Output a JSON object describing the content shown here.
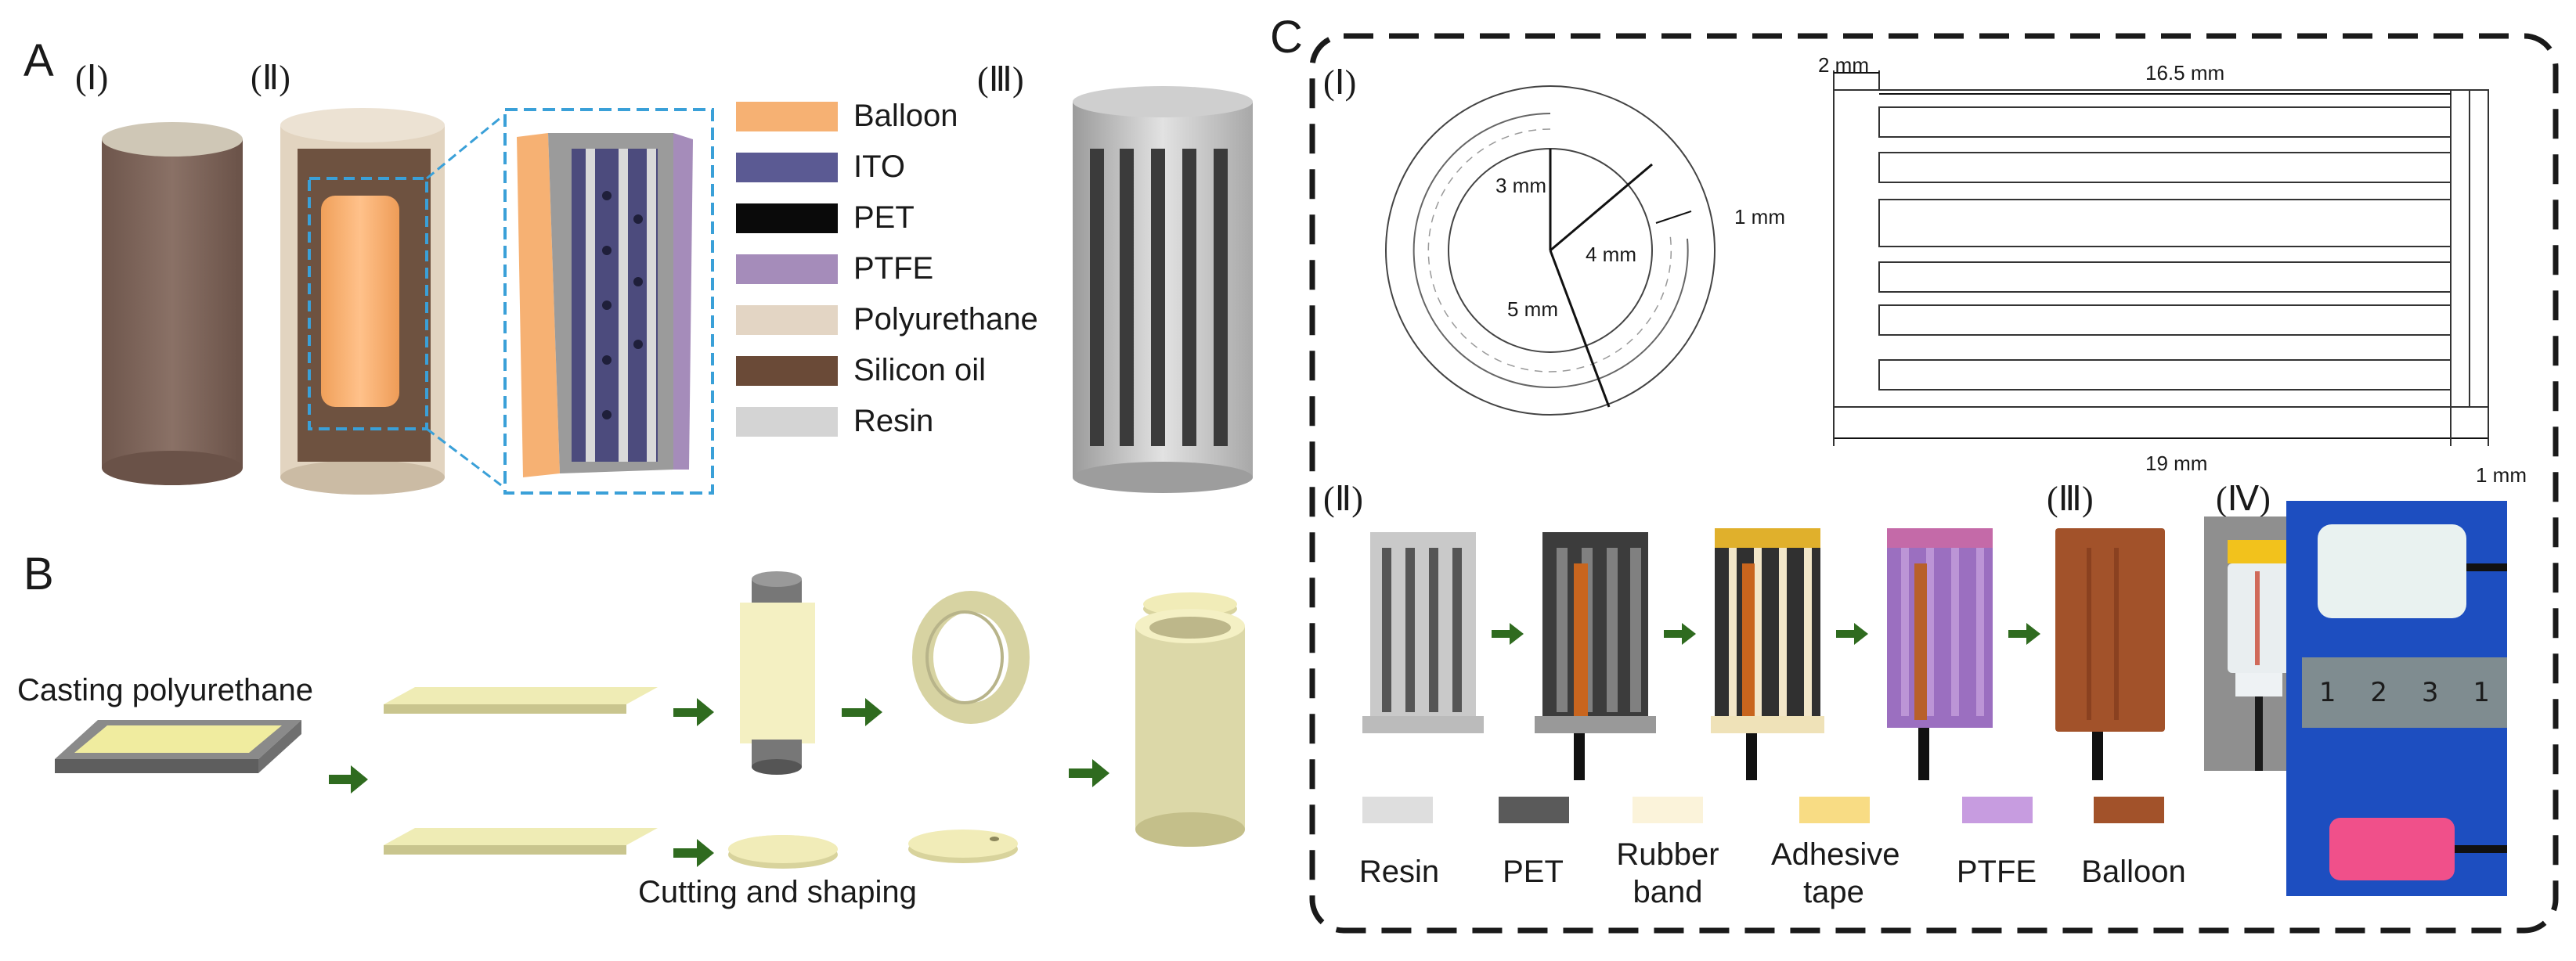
{
  "panels": {
    "a": "A",
    "b": "B",
    "c": "C"
  },
  "panel_a": {
    "sub_i": "(Ⅰ)",
    "sub_ii": "(Ⅱ)",
    "sub_iii": "(Ⅲ)",
    "legend": [
      {
        "label": "Balloon",
        "color": "#f6b173"
      },
      {
        "label": "ITO",
        "color": "#5b5a93"
      },
      {
        "label": "PET",
        "color": "#0a0a0a"
      },
      {
        "label": "PTFE",
        "color": "#a58cba"
      },
      {
        "label": "Polyurethane",
        "color": "#e3d5c4"
      },
      {
        "label": "Silicon oil",
        "color": "#6a4a37"
      },
      {
        "label": "Resin",
        "color": "#d4d4d4"
      }
    ]
  },
  "panel_b": {
    "casting": "Casting polyurethane",
    "cutting": "Cutting and shaping"
  },
  "panel_c": {
    "sub_i": "(Ⅰ)",
    "sub_ii": "(Ⅱ)",
    "sub_iii": "(Ⅲ)",
    "sub_iv": "(Ⅳ)",
    "dims": {
      "r3": "3 mm",
      "r4": "4 mm",
      "r5": "5 mm",
      "gap": "1 mm",
      "left": "2 mm",
      "top": "16.5 mm",
      "total": "19 mm",
      "end": "1 mm"
    },
    "materials": [
      {
        "label": "Resin",
        "color": "#dedede"
      },
      {
        "label": "PET",
        "color": "#5a5a5a"
      },
      {
        "label": "Rubber band",
        "color": "#fbf3da"
      },
      {
        "label": "Adhesive tape",
        "color": "#f8dc84"
      },
      {
        "label": "PTFE",
        "color": "#c79ce0"
      },
      {
        "label": "Balloon",
        "color": "#a2522a"
      }
    ],
    "ruler_marks": [
      "1",
      "2",
      "3",
      "1"
    ]
  },
  "colors": {
    "arrow": "#2f6b1f",
    "dash": "#1a1a1a",
    "blue_dash": "#3aa0d8",
    "blue_bg": "#1a4fbf"
  }
}
